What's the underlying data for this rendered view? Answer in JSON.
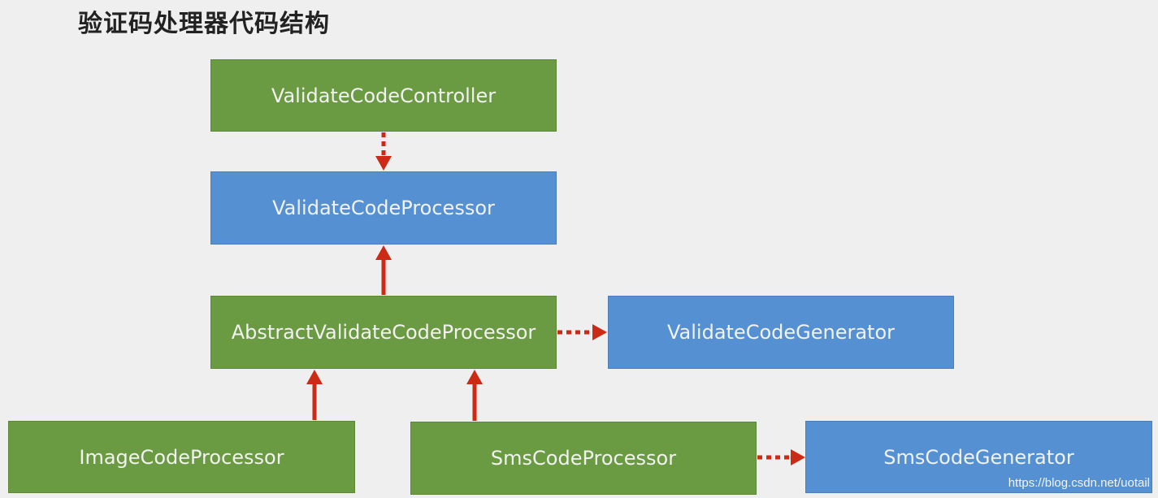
{
  "title": "验证码处理器代码结构",
  "boxes": {
    "controller": "ValidateCodeController",
    "processor": "ValidateCodeProcessor",
    "abstract_processor": "AbstractValidateCodeProcessor",
    "generator": "ValidateCodeGenerator",
    "image_processor": "ImageCodeProcessor",
    "sms_processor": "SmsCodeProcessor",
    "sms_generator": "SmsCodeGenerator"
  },
  "watermark": "https://blog.csdn.net/uotail",
  "colors": {
    "implementation_box": "#6a9a41",
    "interface_box": "#5591d2",
    "arrow": "#cc2a14",
    "background": "#efefef"
  }
}
